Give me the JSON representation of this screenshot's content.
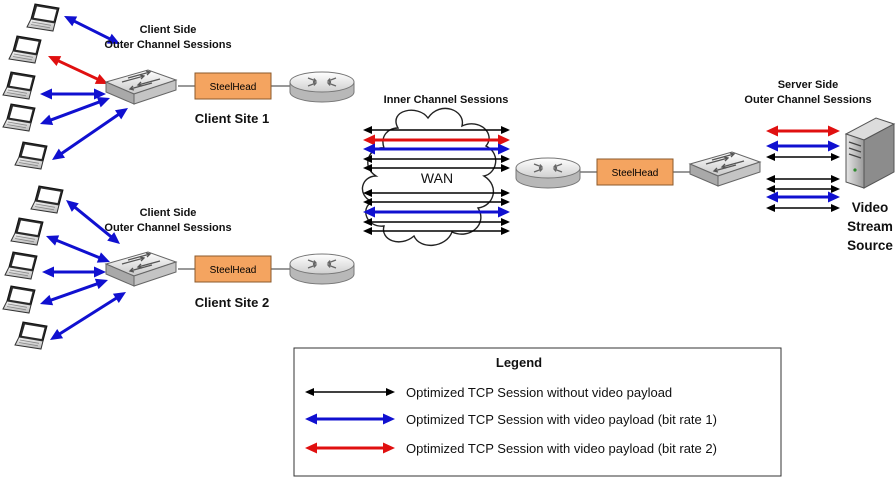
{
  "labels": {
    "client_side_1_line1": "Client Side",
    "client_side_1_line2": "Outer Channel Sessions",
    "client_side_2_line1": "Client Side",
    "client_side_2_line2": "Outer Channel Sessions",
    "client_site_1": "Client Site 1",
    "client_site_2": "Client Site 2",
    "inner_channel": "Inner Channel Sessions",
    "wan": "WAN",
    "server_side_line1": "Server Side",
    "server_side_line2": "Outer Channel Sessions",
    "video_line1": "Video",
    "video_line2": "Stream",
    "video_line3": "Source"
  },
  "steelhead_label": "SteelHead",
  "colors": {
    "black": "#000000",
    "blue": "#1010d0",
    "red": "#e01010",
    "steelhead_fill": "#f4a460",
    "steelhead_border": "#8b5a2b"
  },
  "legend": {
    "title": "Legend",
    "items": [
      {
        "color": "black",
        "label": "Optimized TCP Session without video payload"
      },
      {
        "color": "blue",
        "label": "Optimized TCP Session with video payload (bit rate 1)"
      },
      {
        "color": "red",
        "label": "Optimized TCP Session with video payload (bit rate 2)"
      }
    ]
  },
  "icons": [
    "laptop-icon",
    "switch-icon",
    "router-icon",
    "server-icon",
    "cloud-icon"
  ]
}
